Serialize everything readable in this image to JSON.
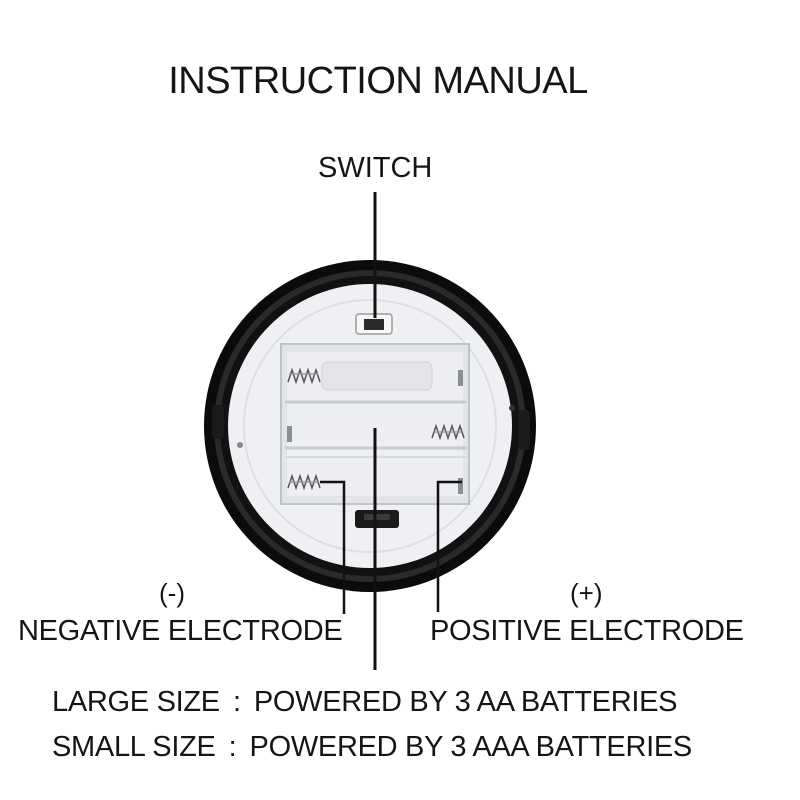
{
  "title": "INSTRUCTION MANUAL",
  "labels": {
    "switch": "SWITCH",
    "negative_sign": "(-)",
    "negative": "NEGATIVE ELECTRODE",
    "positive_sign": "(+)",
    "positive": "POSITIVE ELECTRODE"
  },
  "specs": [
    {
      "size": "LARGE SIZE",
      "separator": ":",
      "power": "POWERED BY 3 AA BATTERIES"
    },
    {
      "size": "SMALL SIZE",
      "separator": ":",
      "power": "POWERED BY 3 AAA BATTERIES"
    }
  ],
  "colors": {
    "rim": "#0e0e0e",
    "housing": "#ecedf0",
    "text": "#151515"
  }
}
